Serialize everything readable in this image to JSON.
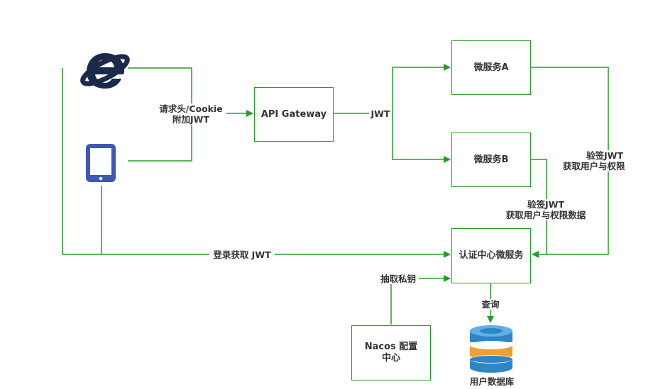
{
  "nodes": {
    "api_gateway": "API Gateway",
    "service_a": "微服务A",
    "service_b": "微服务B",
    "auth_service": "认证中心微服务",
    "nacos": "Nacos 配置中心",
    "user_db": "用户数据库"
  },
  "edges": {
    "client_to_gateway": [
      "请求头/Cookie",
      "附加JWT"
    ],
    "gateway_to_services": "JWT",
    "service_a_to_auth": [
      "验签JWT",
      "获取用户与权限"
    ],
    "service_b_to_auth": [
      "验签JWT",
      "获取用户与权限数据"
    ],
    "login": "登录获取 JWT",
    "nacos_to_auth": "抽取私钥",
    "auth_to_db": "查询"
  },
  "icons": {
    "browser": "ie-browser-icon",
    "tablet": "tablet-icon",
    "database": "database-icon"
  },
  "colors": {
    "line": "#22a022",
    "box_border": "#22a022",
    "text": "#333333",
    "ie_blue": "#1b2a4a",
    "tablet": "#3f57b5",
    "db_blue": "#2f86c6",
    "db_orange": "#f0a030"
  }
}
